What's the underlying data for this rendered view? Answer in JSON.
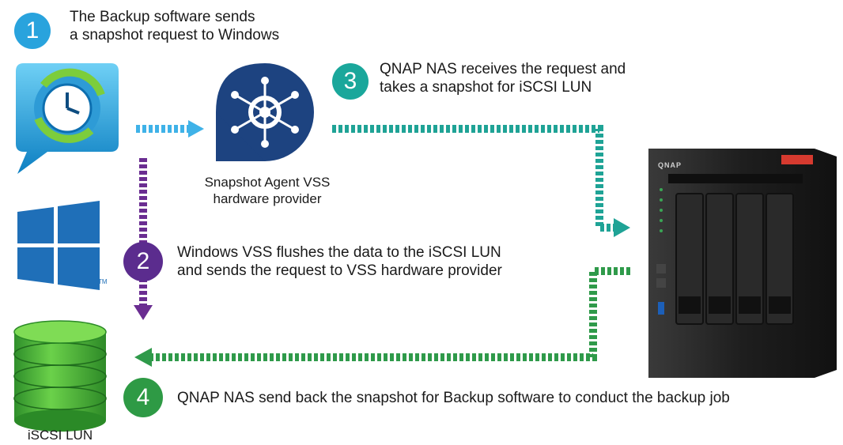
{
  "steps": [
    {
      "number": "1",
      "text_line1": "The Backup software sends",
      "text_line2": "a snapshot request to Windows",
      "color": "#29a3dd"
    },
    {
      "number": "2",
      "text_line1": "Windows VSS flushes the data to the iSCSI LUN",
      "text_line2": "and sends the request to VSS hardware provider",
      "color": "#5b2c8e"
    },
    {
      "number": "3",
      "text_line1": "QNAP NAS receives the request and",
      "text_line2": "takes a snapshot for iSCSI LUN",
      "color": "#1aa79b"
    },
    {
      "number": "4",
      "text_line1": "QNAP NAS send back the snapshot for Backup software to conduct the backup job",
      "color": "#2e9a45"
    }
  ],
  "snapshot_agent": {
    "label_line1": "Snapshot Agent VSS",
    "label_line2": "hardware provider"
  },
  "windows": {
    "trademark": "TM"
  },
  "iscsi": {
    "label": "iSCSI LUN"
  },
  "nas": {
    "brand": "QNAP"
  },
  "colors": {
    "arrow_blue": "#3fb2e8",
    "arrow_purple": "#6a2d91",
    "arrow_teal": "#1fa396",
    "arrow_green": "#2f9a4a",
    "windows_blue": "#1f6fb8",
    "disk_green": "#3ea83a",
    "agent_navy": "#1d4380"
  }
}
